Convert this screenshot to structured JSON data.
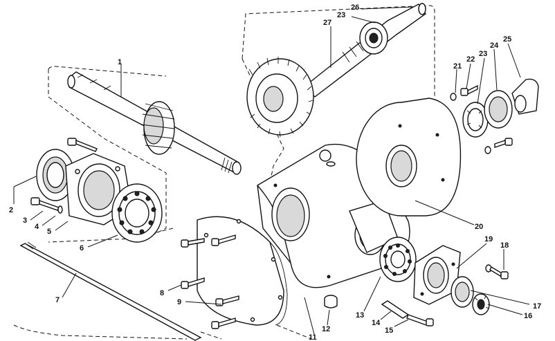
{
  "diagram": {
    "callouts": [
      {
        "id": "c1",
        "text": "1"
      },
      {
        "id": "c2",
        "text": "2"
      },
      {
        "id": "c3",
        "text": "3"
      },
      {
        "id": "c4",
        "text": "4"
      },
      {
        "id": "c5",
        "text": "5"
      },
      {
        "id": "c6",
        "text": "6"
      },
      {
        "id": "c7",
        "text": "7"
      },
      {
        "id": "c8",
        "text": "8"
      },
      {
        "id": "c9",
        "text": "9"
      },
      {
        "id": "c11",
        "text": "11"
      },
      {
        "id": "c12",
        "text": "12"
      },
      {
        "id": "c13",
        "text": "13"
      },
      {
        "id": "c14",
        "text": "14"
      },
      {
        "id": "c15",
        "text": "15"
      },
      {
        "id": "c16",
        "text": "16"
      },
      {
        "id": "c17",
        "text": "17"
      },
      {
        "id": "c18",
        "text": "18"
      },
      {
        "id": "c19",
        "text": "19"
      },
      {
        "id": "c20",
        "text": "20"
      },
      {
        "id": "c21",
        "text": "21"
      },
      {
        "id": "c22",
        "text": "22"
      },
      {
        "id": "c23a",
        "text": "23"
      },
      {
        "id": "c23b",
        "text": "23"
      },
      {
        "id": "c24",
        "text": "24"
      },
      {
        "id": "c25",
        "text": "25"
      },
      {
        "id": "c26",
        "text": "26"
      },
      {
        "id": "c27",
        "text": "27"
      }
    ]
  }
}
